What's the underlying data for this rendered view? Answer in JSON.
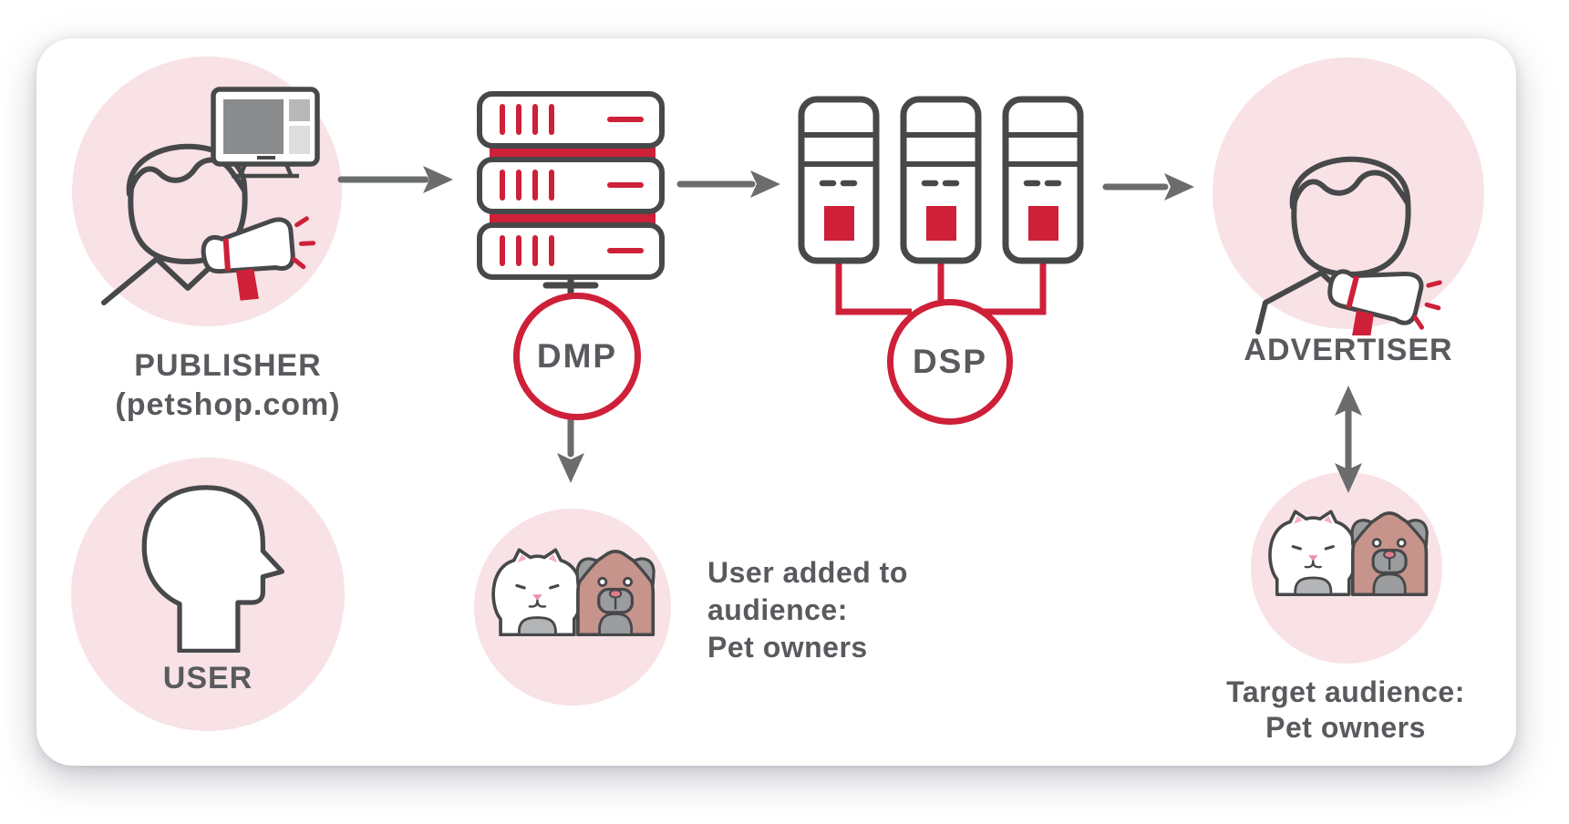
{
  "publisher": {
    "label": "PUBLISHER",
    "sublabel": "(petshop.com)"
  },
  "user": {
    "label": "USER"
  },
  "dmp": {
    "label": "DMP"
  },
  "dsp": {
    "label": "DSP"
  },
  "advertiser": {
    "label": "ADVERTISER"
  },
  "audience_note": {
    "line1": "User added to",
    "line2": "audience:",
    "line3": "Pet owners"
  },
  "target_note": {
    "line1": "Target audience:",
    "line2": "Pet owners"
  },
  "icons": {
    "publisher": "person-with-megaphone-icon, desktop-monitor-icon",
    "user": "head-profile-icon",
    "dmp": "server-stack-icon",
    "dsp": "server-tower-icon",
    "audience": "cat-icon, dog-icon",
    "advertiser": "person-with-megaphone-icon",
    "flow": "arrow-right-icon, arrow-down-icon, double-arrow-vertical-icon"
  },
  "colors": {
    "accent_red": "#ce2038",
    "pink_circle": "#f8e2e6",
    "outline_dark": "#47484a",
    "text_gray": "#595a5e",
    "arrow_gray": "#6b6c6e",
    "dog_brown": "#c6948a",
    "pet_gray": "#9b9c9e",
    "pink_detail": "#ec8fae"
  }
}
